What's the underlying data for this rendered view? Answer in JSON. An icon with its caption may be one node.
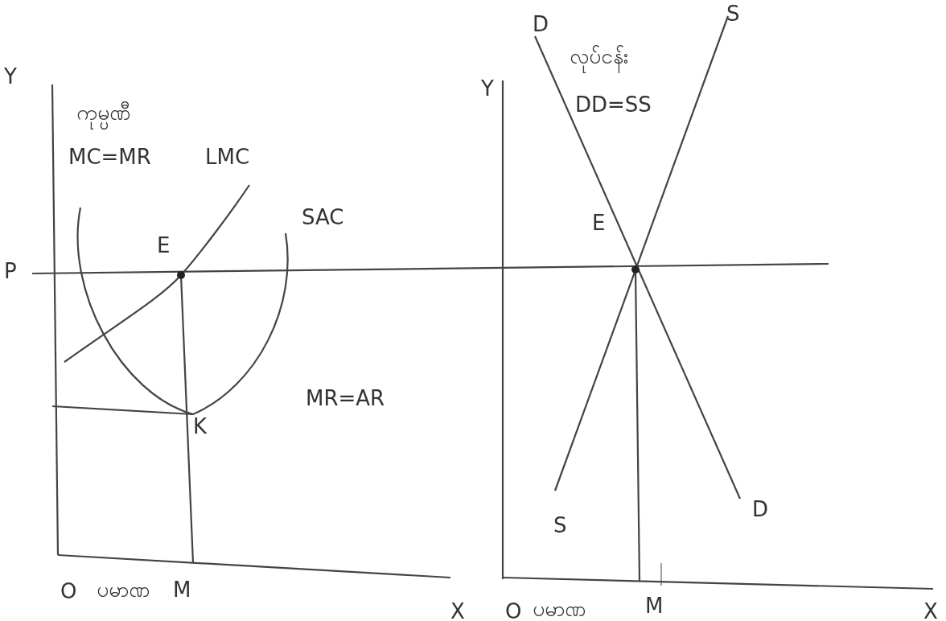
{
  "diagram": {
    "labels": [
      "Y",
      "ကုမ္ပဏီ",
      "MC=MR",
      "LMC",
      "SAC",
      "P",
      "E",
      "MR=AR",
      "K",
      "O",
      "ပမာဏ",
      "M",
      "X",
      "D",
      "Y",
      "လုပ်ငန်း",
      "DD=SS",
      "S",
      "E",
      "S",
      "D",
      "O",
      "ပမာဏ",
      "M",
      "X"
    ]
  }
}
